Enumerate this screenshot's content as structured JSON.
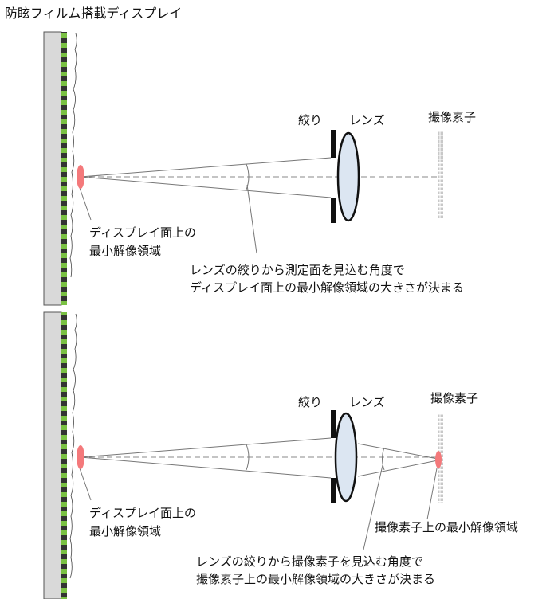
{
  "title": "防眩フィルム搭載ディスプレイ",
  "colors": {
    "panel": "#d9d9d9",
    "film_green": "#7ac143",
    "film_dark": "#333333",
    "spot": "#f4797b",
    "lens": "#dce6f2",
    "sensor": "#bfbfbf"
  },
  "top": {
    "aperture_label": "絞り",
    "lens_label": "レンズ",
    "sensor_label": "撮像素子",
    "display_area_line1": "ディスプレイ面上の",
    "display_area_line2": "最小解像領域",
    "angle_note_line1": "レンズの絞りから測定面を見込む角度で",
    "angle_note_line2": "ディスプレイ面上の最小解像領域の大きさが決まる"
  },
  "bottom": {
    "aperture_label": "絞り",
    "lens_label": "レンズ",
    "sensor_label": "撮像素子",
    "display_area_line1": "ディスプレイ面上の",
    "display_area_line2": "最小解像領域",
    "sensor_area_label": "撮像素子上の最小解像領域",
    "angle_note_line1": "レンズの絞りから撮像素子を見込む角度で",
    "angle_note_line2": "撮像素子上の最小解像領域の大きさが決まる"
  }
}
